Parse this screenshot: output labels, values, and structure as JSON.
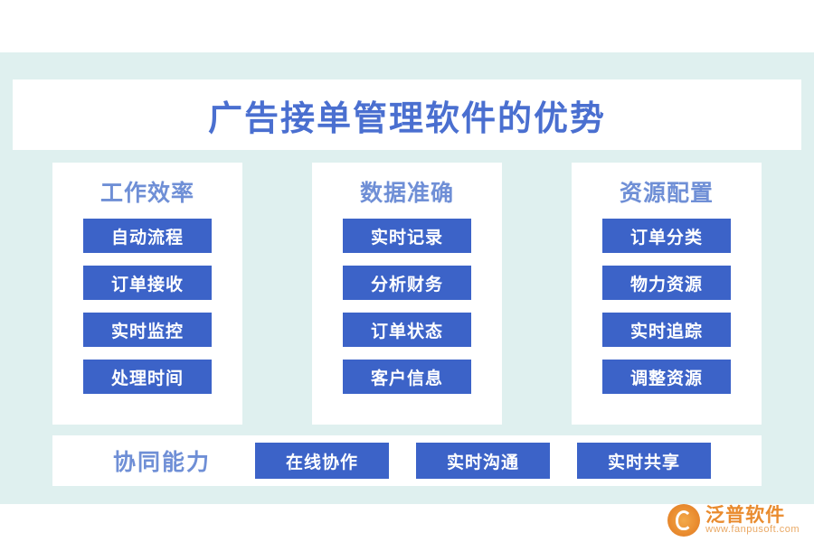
{
  "poster": {
    "title": "广告接单管理软件的优势",
    "colors": {
      "background": "#dff0ef",
      "panel": "#ffffff",
      "title_text": "#4a6fd0",
      "heading_text": "#6f8fd6",
      "chip_background": "#3c63c8",
      "chip_text": "#ffffff",
      "watermark": "#e8821d"
    },
    "columns": [
      {
        "heading": "工作效率",
        "items": [
          "自动流程",
          "订单接收",
          "实时监控",
          "处理时间"
        ]
      },
      {
        "heading": "数据准确",
        "items": [
          "实时记录",
          "分析财务",
          "订单状态",
          "客户信息"
        ]
      },
      {
        "heading": "资源配置",
        "items": [
          "订单分类",
          "物力资源",
          "实时追踪",
          "调整资源"
        ]
      }
    ],
    "bottom": {
      "heading": "协同能力",
      "items": [
        "在线协作",
        "实时沟通",
        "实时共享"
      ]
    },
    "watermark": {
      "logo": "fanpu-logo-icon",
      "name": "泛普软件",
      "url": "www.fanpusoft.com"
    }
  }
}
